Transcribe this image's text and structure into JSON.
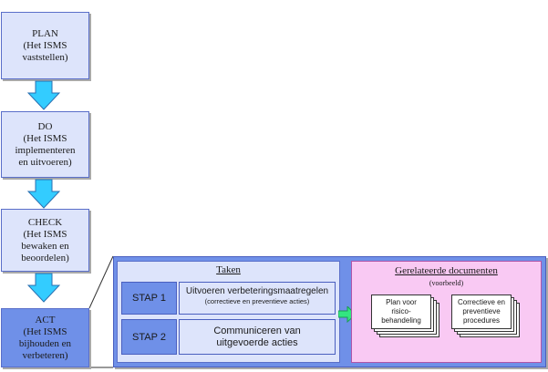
{
  "phases": [
    {
      "title": "PLAN",
      "subtitle": "(Het ISMS\nvaststellen)"
    },
    {
      "title": "DO",
      "subtitle": "(Het ISMS\nimplementeren\nen uitvoeren)"
    },
    {
      "title": "CHECK",
      "subtitle": "(Het ISMS\nbewaken en\nbeoordelen)"
    },
    {
      "title": "ACT",
      "subtitle": "(Het ISMS\nbijhouden en\nverbeteren)"
    }
  ],
  "taken": {
    "title": "Taken",
    "steps": [
      {
        "label": "STAP 1",
        "text": "Uitvoeren verbeteringsmaatregelen",
        "subtext": "(correctieve en preventieve acties)"
      },
      {
        "label": "STAP 2",
        "text": "Communiceren van uitgevoerde acties",
        "subtext": ""
      }
    ]
  },
  "documents": {
    "title": "Gerelateerde documenten",
    "subtitle": "(voorbeeld)",
    "items": [
      "Plan voor\nrisico-\nbehandeling",
      "Correctieve en\npreventieve\nprocedures"
    ]
  },
  "colors": {
    "phase_light": "#dde4fb",
    "phase_active": "#6f90e8",
    "arrow_fill": "#33ccff",
    "connector_arrow": "#33e680",
    "documents_bg": "#f9c9f3"
  },
  "icons": {
    "flow_arrow": "down-arrow-icon",
    "connector": "right-arrow-icon",
    "document": "stacked-document-icon"
  }
}
